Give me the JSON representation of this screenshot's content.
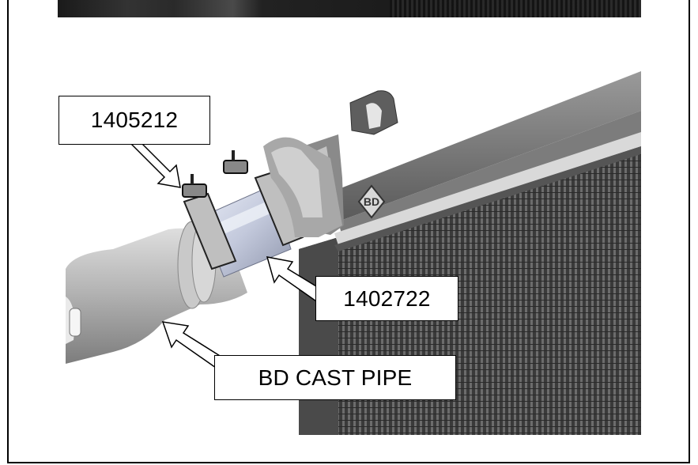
{
  "figure": {
    "callouts": {
      "clamp_part": "1405212",
      "coupler_part": "1402722",
      "pipe_label": "BD CAST PIPE"
    },
    "logo_text": "BD"
  }
}
